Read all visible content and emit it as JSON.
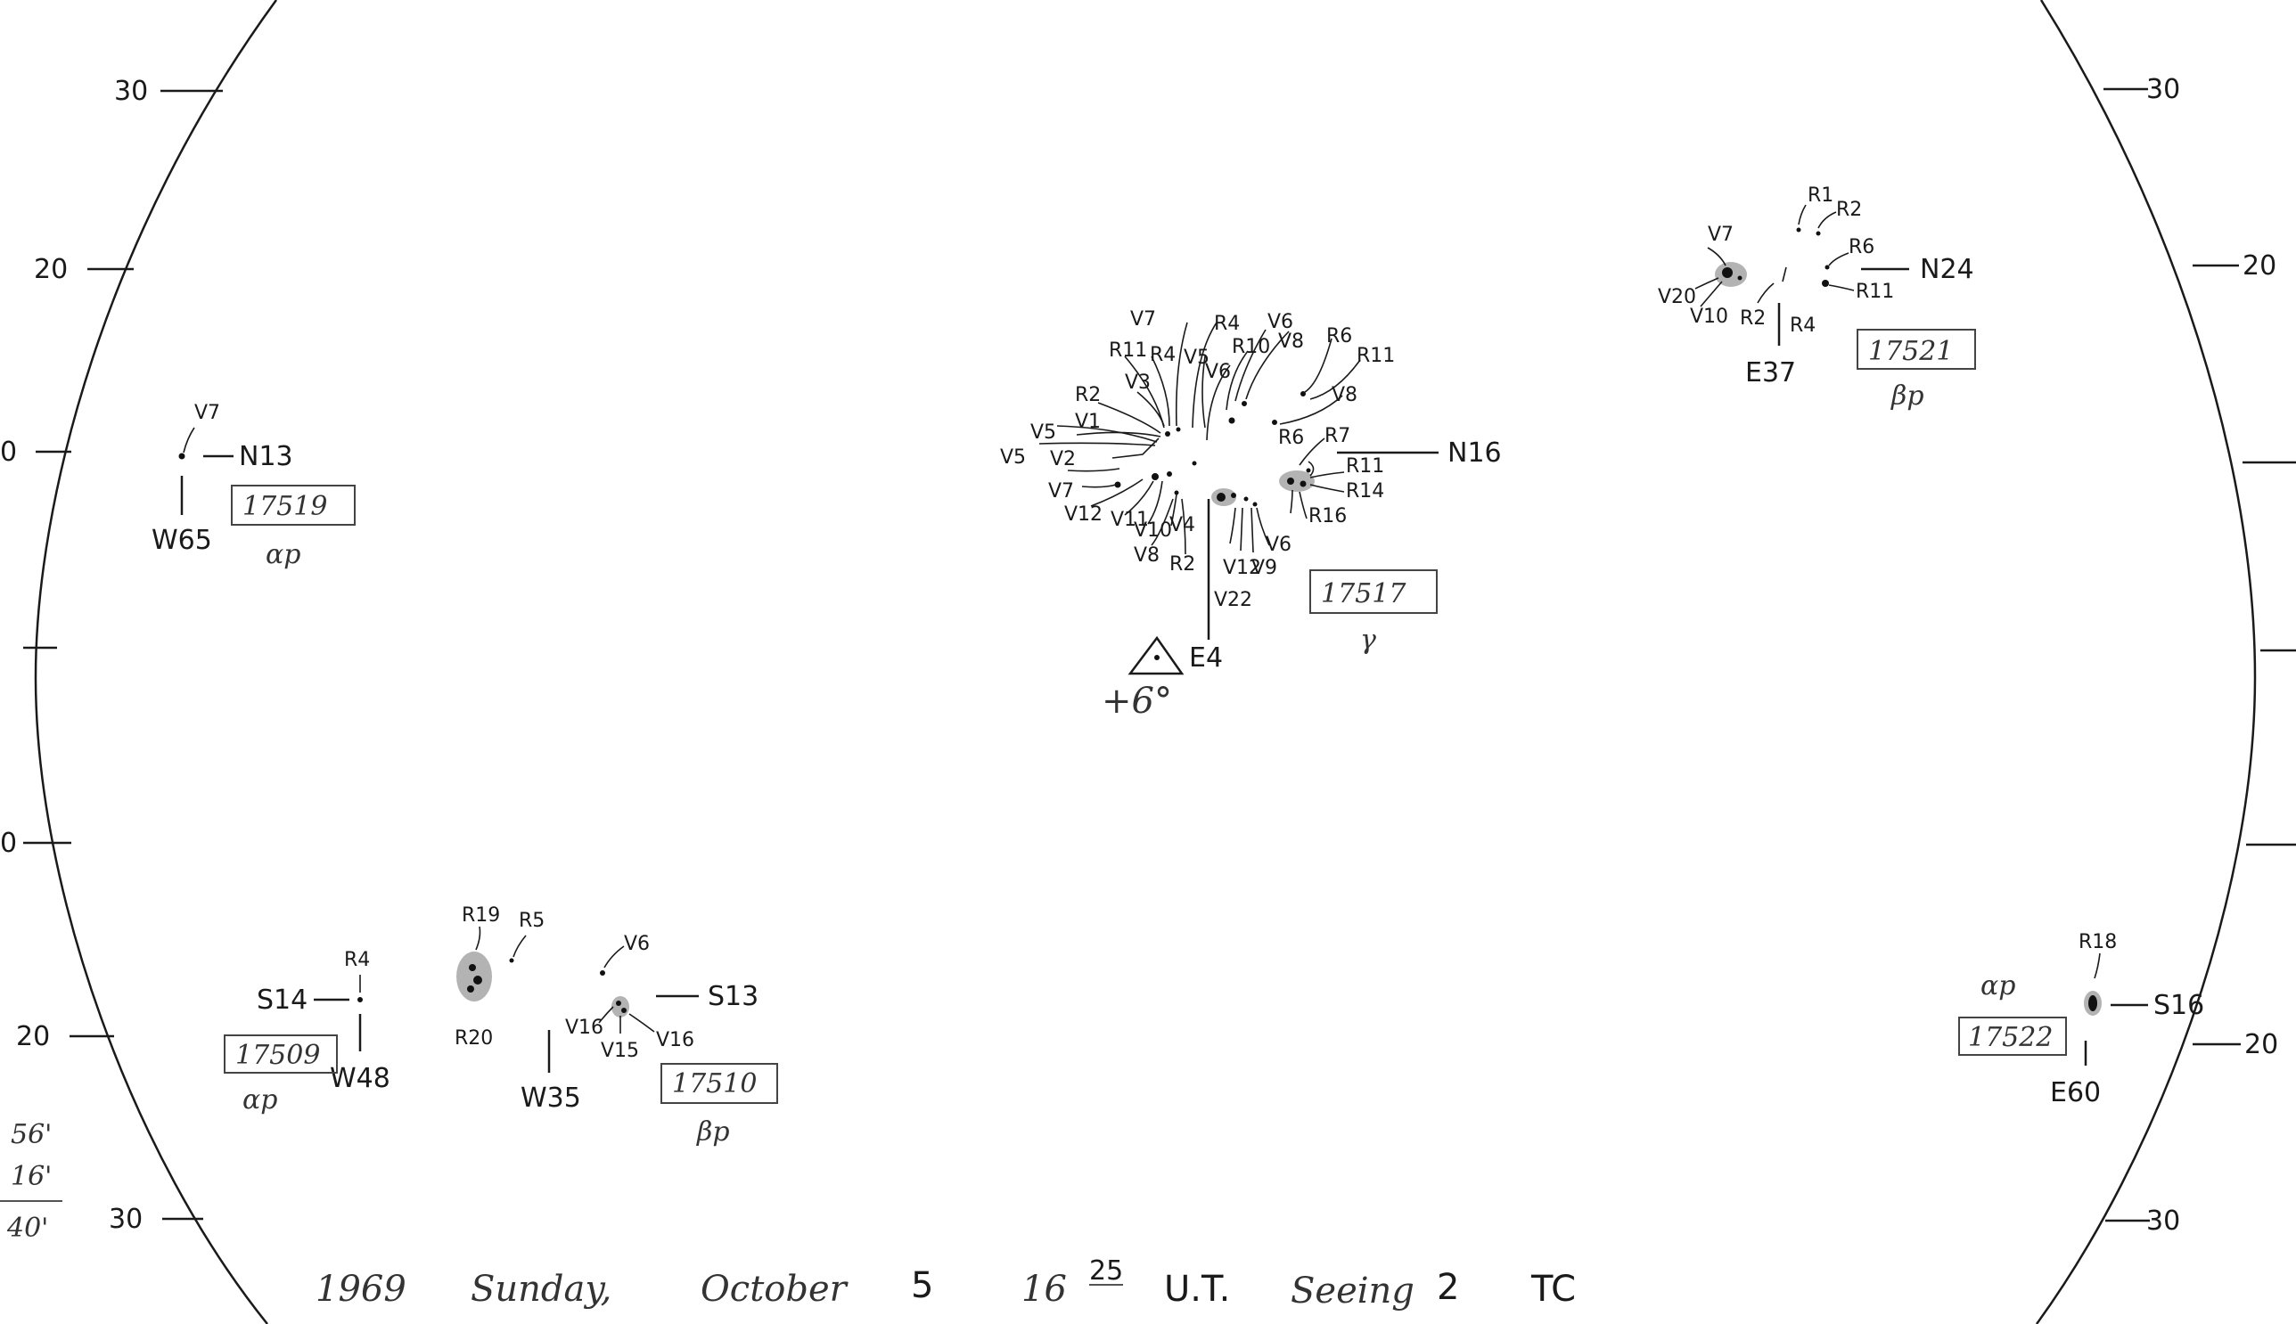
{
  "page": {
    "footer": {
      "year": "1969",
      "weekday": "Sunday,",
      "month": "October",
      "day": "5",
      "hour": "16",
      "minute": "25",
      "ut": "U.T.",
      "seeing_label": "Seeing",
      "seeing_value": "2",
      "observer": "TC"
    },
    "limb_margin": {
      "notes": [
        "56'",
        "16'",
        "40'"
      ]
    },
    "scale_left": [
      "30",
      "20",
      "0",
      "0",
      "20",
      "30"
    ],
    "scale_right": [
      "30",
      "20",
      "20",
      "30"
    ],
    "regions": {
      "r17519": {
        "number": "17519",
        "class": "αp",
        "lat": "N13",
        "lon": "W65",
        "labels": [
          "V7"
        ]
      },
      "r17517": {
        "number": "17517",
        "class": "γ",
        "lat": "N16",
        "lon": "E4",
        "flare_marker": "+6°",
        "labels_left": [
          "V7",
          "R11",
          "R4",
          "V3",
          "R2",
          "V1",
          "V5",
          "V5",
          "V2",
          "V7",
          "V12",
          "V11",
          "V10",
          "V4",
          "V8",
          "R2"
        ],
        "labels_top": [
          "R4",
          "V5",
          "V6",
          "R10",
          "V6",
          "V8",
          "R6",
          "R11",
          "V8"
        ],
        "labels_right": [
          "R6",
          "R7",
          "R11",
          "R14",
          "R16",
          "V6",
          "V9",
          "V12",
          "V22"
        ]
      },
      "r17521": {
        "number": "17521",
        "class": "βp",
        "lat": "N24",
        "lon": "E37",
        "labels": [
          "V7",
          "V20",
          "V10",
          "R1",
          "R2",
          "R6",
          "R11",
          "R2",
          "R4"
        ]
      },
      "r17509": {
        "number": "17509",
        "class": "αp",
        "lat": "S14",
        "lon": "W48",
        "labels": [
          "R4"
        ]
      },
      "r17510": {
        "number": "17510",
        "class": "βp",
        "lat": "S13",
        "lon": "W35",
        "labels": [
          "R19",
          "R5",
          "R20",
          "V6",
          "V16",
          "V15",
          "V16"
        ]
      },
      "r17522": {
        "number": "17522",
        "class": "αp",
        "lat": "S16",
        "lon": "E60",
        "labels": [
          "R18"
        ]
      }
    }
  }
}
